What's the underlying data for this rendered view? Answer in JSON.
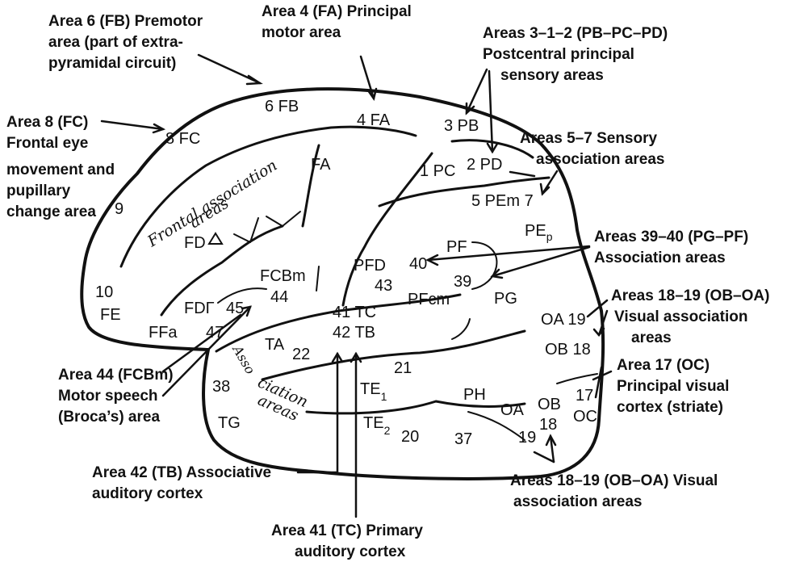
{
  "callouts": {
    "area6": [
      "Area 6 (FB) Premotor",
      "area (part of extra-",
      "pyramidal circuit)"
    ],
    "area4": [
      "Area 4 (FA) Principal",
      "motor area"
    ],
    "area312": [
      "Areas 3–1–2 (PB–PC–PD)",
      "Postcentral principal",
      "sensory areas"
    ],
    "area8": [
      "Area 8 (FC)",
      "Frontal eye",
      "movement and",
      "pupillary",
      "change area"
    ],
    "area57": [
      "Areas 5–7 Sensory",
      "association areas"
    ],
    "area3940": [
      "Areas 39–40 (PG–PF)",
      "Association areas"
    ],
    "area1819a": [
      "Areas 18–19 (OB–OA)",
      "Visual association",
      "areas"
    ],
    "area17": [
      "Area 17 (OC)",
      "Principal visual",
      "cortex (striate)"
    ],
    "area44": [
      "Area 44 (FCBm)",
      "Motor speech",
      "(Broca’s) area"
    ],
    "area42": [
      "Area 42 (TB) Associative",
      "auditory cortex"
    ],
    "area41": [
      "Area 41 (TC) Primary",
      "auditory cortex"
    ],
    "area1819b": [
      "Areas 18–19 (OB–OA) Visual",
      "association areas"
    ]
  },
  "regions": {
    "fb": "6 FB",
    "fa4": "4 FA",
    "pb": "3 PB",
    "fc": "8 FC",
    "fa": "FA",
    "pc": "1 PC",
    "pd": "2 PD",
    "pem": "5 PEm 7",
    "pe": "PE",
    "pe_sub": "p",
    "nine": "9",
    "fd": "FD",
    "fcbm": "FCBm",
    "pfd": "PFD",
    "pf": "PF",
    "forty": "40",
    "thirtynine": "39",
    "fortythree": "43",
    "ten": "10",
    "fe": "FE",
    "fdr": "FDΓ",
    "fortyfive": "45",
    "fortyfour": "44",
    "tc": "41 TC",
    "tb": "42 TB",
    "pfcm": "PFcm",
    "pg": "PG",
    "oa19": "OA 19",
    "ffa": "FFa",
    "fortyseven": "47",
    "ta": "TA",
    "twentytwo": "22",
    "ob18": "OB 18",
    "twentyone": "21",
    "te1": "TE",
    "te1_sub": "1",
    "ph": "PH",
    "thirtyeight": "38",
    "oa": "OA",
    "ob": "OB",
    "seventeen": "17",
    "oc": "OC",
    "tg": "TG",
    "te2": "TE",
    "te2_sub": "2",
    "twenty": "20",
    "thirtyseven": "37",
    "nineteen": "19",
    "eighteen": "18"
  },
  "handwritten": {
    "frontal1": "Frontal association",
    "frontal2": "areas",
    "assoc1": "Asso",
    "assoc2": "ciation",
    "assoc3": "areas"
  }
}
